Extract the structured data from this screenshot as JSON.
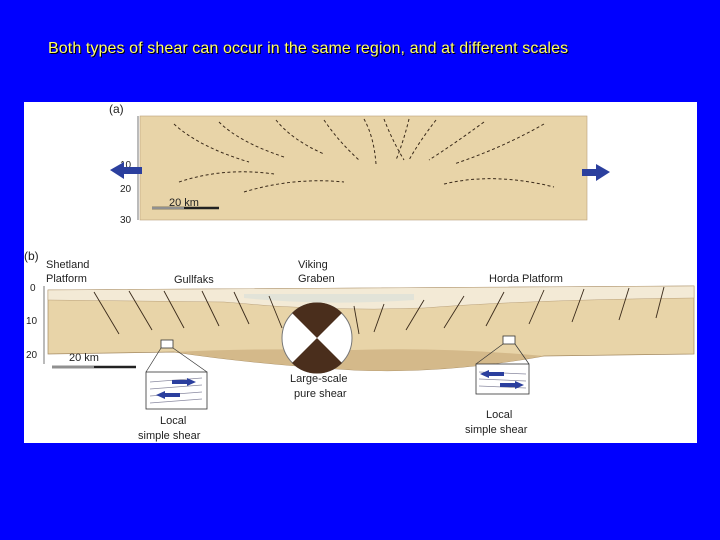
{
  "slide": {
    "title": "Both types of shear can occur in the same region, and at different scales"
  },
  "colors": {
    "background": "#0000ff",
    "title": "#ffff66",
    "crust": "#e8d4a8",
    "crust_dark": "#d4b98a",
    "sediment_light": "#f3ead6",
    "arrow": "#2b3f9e",
    "fault": "#3a2a1a",
    "pure_shear_dark": "#4a2e1c"
  },
  "panel_a": {
    "label": "(a)",
    "depth_ticks": [
      "10",
      "20",
      "30"
    ],
    "scale_bar": "20 km",
    "arrow_left_icon": "arrow-left-icon",
    "arrow_right_icon": "arrow-right-icon"
  },
  "panel_b": {
    "label": "(b)",
    "depth_ticks": [
      "0",
      "10",
      "20"
    ],
    "scale_bar": "20 km",
    "region_labels": {
      "shetland_line1": "Shetland",
      "shetland_line2": "Platform",
      "gullfaks": "Gullfaks",
      "viking_line1": "Viking",
      "viking_line2": "Graben",
      "horda": "Horda Platform"
    },
    "pure_shear_line1": "Large-scale",
    "pure_shear_line2": "pure shear",
    "local_left_line1": "Local",
    "local_left_line2": "simple shear",
    "local_right_line1": "Local",
    "local_right_line2": "simple shear"
  }
}
